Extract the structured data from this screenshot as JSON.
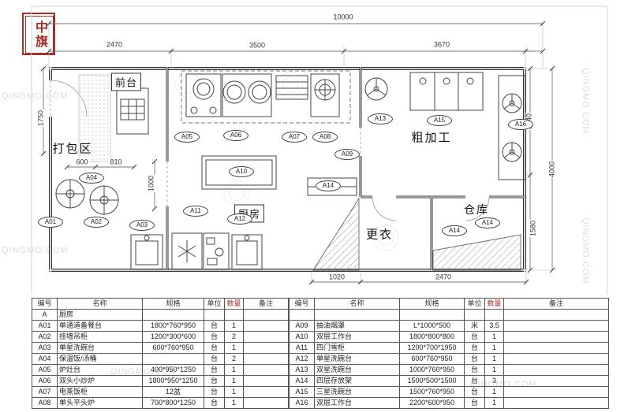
{
  "watermark": "QINGMO.COM",
  "stamp": {
    "text": "中旗"
  },
  "plan": {
    "rooms": {
      "front_desk": "前台",
      "packing": "打包区",
      "kitchen": "厨房",
      "rough_processing": "粗加工",
      "changing": "更衣",
      "warehouse": "仓库"
    },
    "tags": {
      "a01": "A01",
      "a02": "A02",
      "a03": "A03",
      "a04": "A04",
      "a05": "A05",
      "a06": "A06",
      "a07": "A07",
      "a08": "A08",
      "a09": "A09",
      "a10": "A10",
      "a11": "A11",
      "a12": "A12",
      "a13": "A13",
      "a14": "A14",
      "a15": "A15",
      "a16": "A16"
    },
    "dims": {
      "total_width": "10000",
      "top_seg_1": "2470",
      "top_seg_2": "3500",
      "top_seg_3": "3670",
      "left_height": "1750",
      "right_seg_1": "2240",
      "right_seg_2": "1580",
      "total_height": "4000",
      "inner_600": "600",
      "inner_810": "810",
      "inner_1000": "1000",
      "bottom_seg_1": "1020",
      "bottom_seg_2": "2470"
    }
  },
  "table": {
    "headers": [
      "编号",
      "名称",
      "规格",
      "单位",
      "数量",
      "备注"
    ],
    "left_rows": [
      [
        "A",
        "厨房",
        "",
        "",
        "",
        ""
      ],
      [
        "A01",
        "单通道备餐台",
        "1800*760*950",
        "台",
        "1",
        ""
      ],
      [
        "A02",
        "挂墙吊柜",
        "1200*300*600",
        "台",
        "2",
        ""
      ],
      [
        "A03",
        "单星洗碗台",
        "600*760*950",
        "台",
        "1",
        ""
      ],
      [
        "A04",
        "保温饭/汤桶",
        "",
        "台",
        "2",
        ""
      ],
      [
        "A05",
        "炉灶台",
        "400*950*1250",
        "台",
        "1",
        ""
      ],
      [
        "A06",
        "双头小炒炉",
        "1800*950*1250",
        "台",
        "1",
        ""
      ],
      [
        "A07",
        "电蒸饭柜",
        "12盆",
        "台",
        "1",
        ""
      ],
      [
        "A08",
        "单头平头炉",
        "700*800*1250",
        "台",
        "1",
        ""
      ]
    ],
    "right_rows": [
      [
        "",
        "",
        "",
        "",
        "",
        ""
      ],
      [
        "A09",
        "抽油烟罩",
        "L*1000*500",
        "米",
        "3.5",
        ""
      ],
      [
        "A10",
        "双层工作台",
        "1800*800*800",
        "台",
        "1",
        ""
      ],
      [
        "A11",
        "四门雪柜",
        "1200*700*1950",
        "台",
        "1",
        ""
      ],
      [
        "A12",
        "单星洗碗台",
        "600*760*950",
        "台",
        "1",
        ""
      ],
      [
        "A13",
        "双星洗碗台",
        "1000*760*950",
        "台",
        "1",
        ""
      ],
      [
        "A14",
        "四层存放架",
        "1500*500*1500",
        "台",
        "3",
        ""
      ],
      [
        "A15",
        "三星洗碗台",
        "1500*760*950",
        "台",
        "1",
        ""
      ],
      [
        "A16",
        "双层工作台",
        "2200*600*950",
        "台",
        "1",
        ""
      ]
    ]
  }
}
